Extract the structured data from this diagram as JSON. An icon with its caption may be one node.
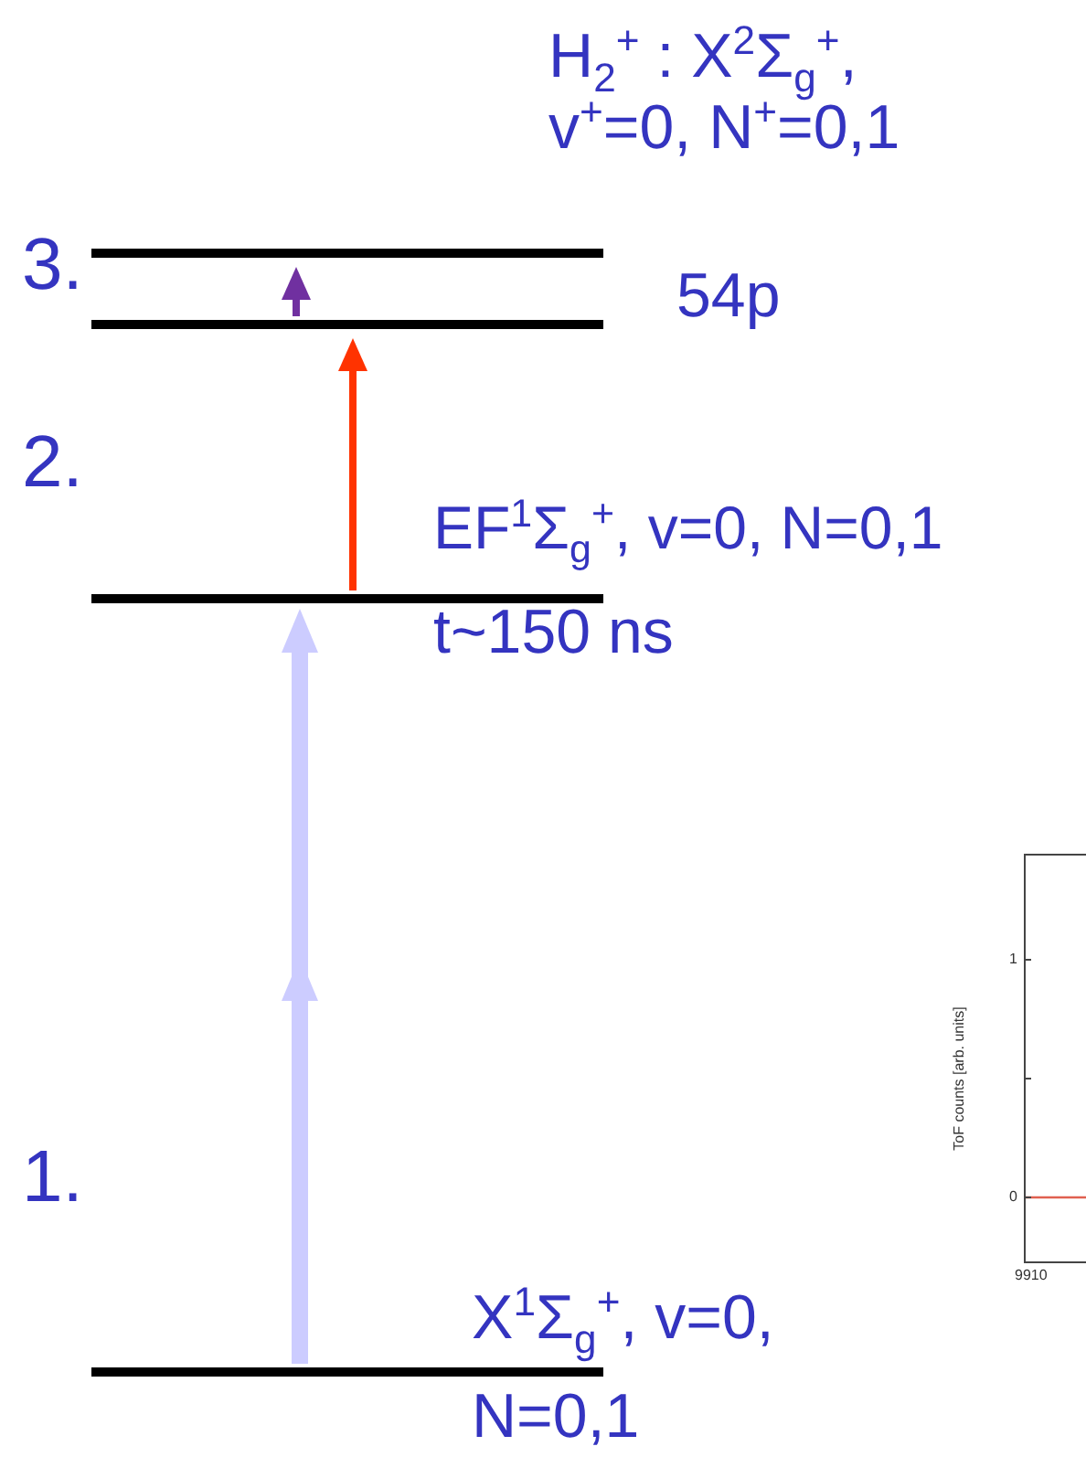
{
  "diagram": {
    "nodes": [
      {
        "text": [],
        "shape": "bar",
        "beside": [
          "H$_{2}$$^{+}$ : X$^{2}$Σ$_{g}$$^{+}$, v$^{+}$=0, N$^{+}$=0,1"
        ]
      },
      {
        "text": [],
        "shape": "bar",
        "beside": [
          "54p"
        ]
      },
      {
        "text": [],
        "shape": "bar",
        "beside": [
          "EF$^{1}$Σ$_{g}$$^{+}$, v=0, N=0,1",
          "t~150 ns"
        ]
      },
      {
        "text": [],
        "shape": "bar",
        "beside": [
          "X$^{1}$Σ$_{g}$$^{+}$, v=0, N=0,1"
        ]
      }
    ],
    "edges": [
      {
        "from": 3,
        "to": 2,
        "arrow": "to",
        "style": "thick",
        "color": "#ccccff"
      },
      {
        "from": 2,
        "to": 1,
        "arrow": "to",
        "color": "#ff3300"
      },
      {
        "from": 1,
        "to": 0,
        "arrow": "to",
        "color": "#7030a0"
      }
    ],
    "labels": [
      "3.",
      "2.",
      "1.",
      "ToF counts [arb. units]",
      "1",
      "0",
      "9910"
    ]
  }
}
